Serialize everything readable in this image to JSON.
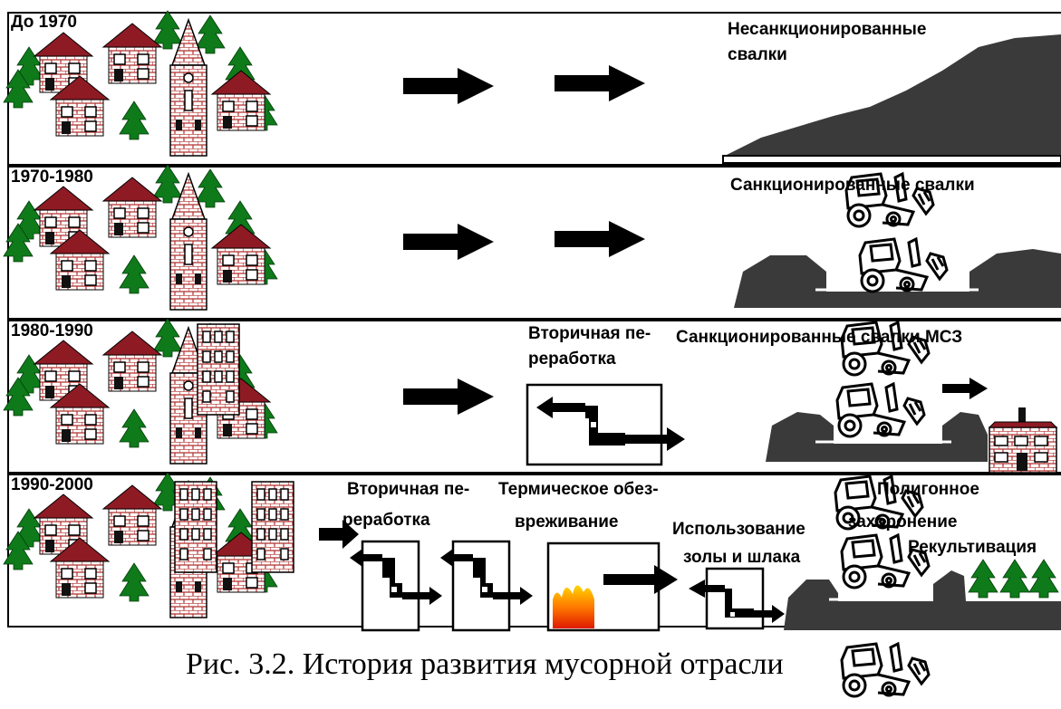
{
  "rows": [
    {
      "period": "До 1970",
      "stages": [
        "Несанкционированные свалки"
      ]
    },
    {
      "period": "1970-1980",
      "stages": [
        "Санкционированные свалки"
      ]
    },
    {
      "period": "1980-1990",
      "stages": [
        "Вторичная переработка",
        "Санкционированные свалки МСЗ"
      ]
    },
    {
      "period": "1990-2000",
      "stages": [
        "Вторичная переработка",
        "Термическое обезвреживание",
        "Использование золы и шлака",
        "Полигонное захоронение",
        "Рекультивация"
      ]
    }
  ],
  "labels": {
    "row1_period": "До 1970",
    "row1_stage_a": "Несанкционированные",
    "row1_stage_b": "свалки",
    "row2_period": "1970-1980",
    "row2_stage": "Санкционированные свалки",
    "row3_period": "1980-1990",
    "row3_recycle_a": "Вторичная пе-",
    "row3_recycle_b": "реработка",
    "row3_stage": "Санкционированные свалки МСЗ",
    "row4_period": "1990-2000",
    "row4_recycle_a": "Вторичная пе-",
    "row4_recycle_b": "реработка",
    "row4_thermal_a": "Термическое обез-",
    "row4_thermal_b": "вреживание",
    "row4_ash_a": "Использование",
    "row4_ash_b": "золы и шлака",
    "row4_landfill_a": "Полигонное",
    "row4_landfill_b": "захоронение",
    "row4_recult": "Рекультивация"
  },
  "caption": "Рис. 3.2. История развития мусорной отрасли",
  "colors": {
    "brick": "#b0302e",
    "roof": "#8e1b24",
    "tree": "#0e7a1a",
    "hill": "#3a3a3a",
    "fire": "#ff5a00"
  },
  "icons": [
    "town-icon",
    "arrow-icon",
    "recycle-box-icon",
    "bulldozer-icon",
    "landfill-hill-icon",
    "factory-icon",
    "fire-icon",
    "tree-icon"
  ]
}
